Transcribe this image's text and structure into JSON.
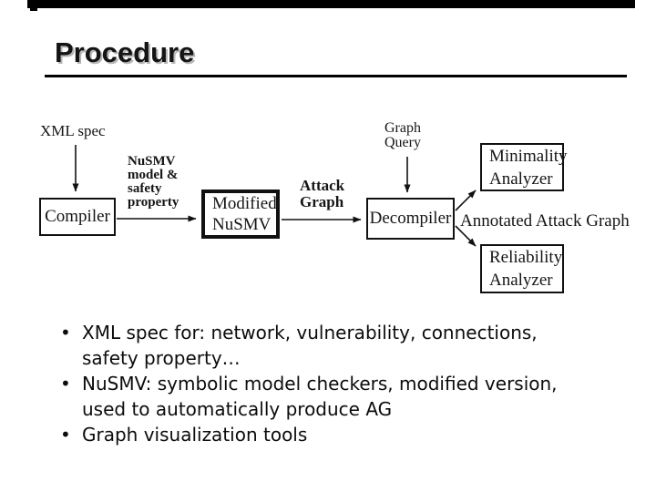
{
  "slide": {
    "title": "Procedure"
  },
  "diagram": {
    "labels": {
      "xml_spec": "XML spec",
      "nusmv_model": "NuSMV\nmodel &\nsafety\nproperty",
      "attack_graph": "Attack\nGraph",
      "graph_query": "Graph\nQuery",
      "annotated_attack_graph": "Annotated Attack Graph"
    },
    "boxes": {
      "compiler": "Compiler",
      "modified_nusmv": "Modified\nNuSMV",
      "decompiler": "Decompiler",
      "minimality_analyzer": "Minimality\nAnalyzer",
      "reliability_analyzer": "Reliability\nAnalyzer"
    },
    "edges": [
      {
        "from": "XML spec",
        "to": "Compiler"
      },
      {
        "from": "Compiler",
        "to": "Modified NuSMV",
        "label": "NuSMV model & safety property"
      },
      {
        "from": "Modified NuSMV",
        "to": "Decompiler",
        "label": "Attack Graph"
      },
      {
        "from": "Graph Query",
        "to": "Decompiler"
      },
      {
        "from": "Decompiler",
        "to": "Minimality Analyzer",
        "label": "Annotated Attack Graph"
      },
      {
        "from": "Decompiler",
        "to": "Reliability Analyzer",
        "label": "Annotated Attack Graph"
      }
    ]
  },
  "bullets": {
    "marker": "•",
    "items": [
      {
        "text": "XML spec for: network, vulnerability, connections,\nsafety property…"
      },
      {
        "text": "NuSMV: symbolic model checkers, modified version,\nused to automatically produce AG"
      },
      {
        "text": "Graph visualization tools"
      }
    ]
  }
}
